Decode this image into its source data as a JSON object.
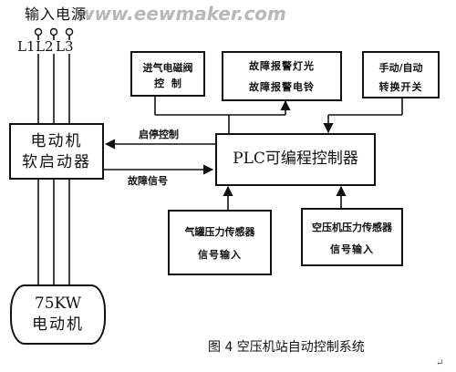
{
  "watermark": "www.eewmaker.com",
  "input_power": {
    "title": "输入电源",
    "phases": [
      "L1",
      "L2",
      "L3"
    ]
  },
  "boxes": {
    "soft_starter": [
      "电动机",
      "软启动器"
    ],
    "motor": [
      "75KW",
      "电动机"
    ],
    "plc": "PLC可编程控制器",
    "intake_valve": [
      "进气电磁阀",
      "控  制"
    ],
    "fault_alarm": [
      "故障报警灯光",
      "故障报警电铃"
    ],
    "manual_auto": [
      "手动/自动",
      "转换开关"
    ],
    "tank_pressure": [
      "气罐压力传感器",
      "信号输入"
    ],
    "compressor_pressure": [
      "空压机压力传感器",
      "信号输入"
    ]
  },
  "arrows": {
    "start_stop": "启停控制",
    "fault_signal": "故障信号"
  },
  "caption": "图 4 空压机站自动控制系统",
  "corner_mark": "↵"
}
